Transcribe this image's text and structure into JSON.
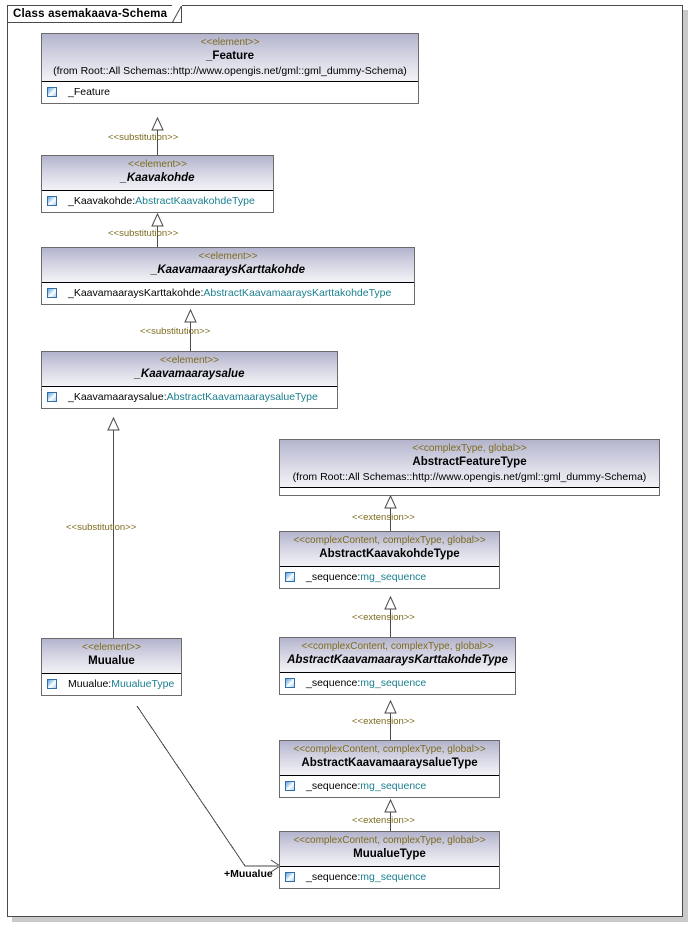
{
  "diagram": {
    "tab_label": "Class asemakaava-Schema",
    "accent_stereotype_color": "#7d6b1e",
    "type_text_color": "#1a7f8e",
    "header_gradient_top": "#b3b3cc",
    "header_gradient_bottom": "#f2f2f7"
  },
  "classes": [
    {
      "id": "feature",
      "stereotype": "<<element>>",
      "name": "_Feature",
      "italic": false,
      "source": "(from Root::All Schemas::http://www.opengis.net/gml::gml_dummy-Schema)",
      "attributes": [
        {
          "icon": "attribute-icon",
          "name": "_Feature",
          "type": ""
        }
      ]
    },
    {
      "id": "kaavakohde",
      "stereotype": "<<element>>",
      "name": "_Kaavakohde",
      "italic": true,
      "source": "",
      "attributes": [
        {
          "icon": "attribute-icon",
          "name": "_Kaavakohde:",
          "type": "AbstractKaavakohdeType"
        }
      ]
    },
    {
      "id": "kaavamaarayskarttakohde",
      "stereotype": "<<element>>",
      "name": "_KaavamaaraysKarttakohde",
      "italic": true,
      "source": "",
      "attributes": [
        {
          "icon": "attribute-icon",
          "name": "_KaavamaaraysKarttakohde:",
          "type": "AbstractKaavamaaraysKarttakohdeType"
        }
      ]
    },
    {
      "id": "kaavamaaraysalue",
      "stereotype": "<<element>>",
      "name": "_Kaavamaaraysalue",
      "italic": true,
      "source": "",
      "attributes": [
        {
          "icon": "attribute-icon",
          "name": "_Kaavamaaraysalue:",
          "type": "AbstractKaavamaaraysalueType"
        }
      ]
    },
    {
      "id": "muualue",
      "stereotype": "<<element>>",
      "name": "Muualue",
      "italic": false,
      "source": "",
      "attributes": [
        {
          "icon": "attribute-icon",
          "name": "Muualue:",
          "type": "MuualueType"
        }
      ]
    },
    {
      "id": "abstractfeaturetype",
      "stereotype": "<<complexType, global>>",
      "name": "AbstractFeatureType",
      "italic": false,
      "source": "(from Root::All Schemas::http://www.opengis.net/gml::gml_dummy-Schema)",
      "attributes": []
    },
    {
      "id": "abstractkaavakohdetype",
      "stereotype": "<<complexContent, complexType, global>>",
      "name": "AbstractKaavakohdeType",
      "italic": false,
      "source": "",
      "attributes": [
        {
          "icon": "attribute-icon",
          "name": "_sequence:",
          "type": "mg_sequence"
        }
      ]
    },
    {
      "id": "abstractkaavamaarayskarttakohdetype",
      "stereotype": "<<complexContent, complexType, global>>",
      "name": "AbstractKaavamaaraysKarttakohdeType",
      "italic": true,
      "source": "",
      "attributes": [
        {
          "icon": "attribute-icon",
          "name": "_sequence:",
          "type": "mg_sequence"
        }
      ]
    },
    {
      "id": "abstractkaavamaaraysaluetype",
      "stereotype": "<<complexContent, complexType, global>>",
      "name": "AbstractKaavamaaraysalueType",
      "italic": false,
      "source": "",
      "attributes": [
        {
          "icon": "attribute-icon",
          "name": "_sequence:",
          "type": "mg_sequence"
        }
      ]
    },
    {
      "id": "muualuetype",
      "stereotype": "<<complexContent, complexType, global>>",
      "name": "MuualueType",
      "italic": false,
      "source": "",
      "attributes": [
        {
          "icon": "attribute-icon",
          "name": "_sequence:",
          "type": "mg_sequence"
        }
      ]
    }
  ],
  "connectors": [
    {
      "id": "sub1",
      "label": "<<substitution>>",
      "from": "kaavakohde",
      "to": "feature",
      "kind": "generalization"
    },
    {
      "id": "sub2",
      "label": "<<substitution>>",
      "from": "kaavamaarayskarttakohde",
      "to": "kaavakohde",
      "kind": "generalization"
    },
    {
      "id": "sub3",
      "label": "<<substitution>>",
      "from": "kaavamaaraysalue",
      "to": "kaavamaarayskarttakohde",
      "kind": "generalization"
    },
    {
      "id": "sub4",
      "label": "<<substitution>>",
      "from": "muualue",
      "to": "kaavamaaraysalue",
      "kind": "generalization"
    },
    {
      "id": "ext1",
      "label": "<<extension>>",
      "from": "abstractkaavakohdetype",
      "to": "abstractfeaturetype",
      "kind": "generalization"
    },
    {
      "id": "ext2",
      "label": "<<extension>>",
      "from": "abstractkaavamaarayskarttakohdetype",
      "to": "abstractkaavakohdetype",
      "kind": "generalization"
    },
    {
      "id": "ext3",
      "label": "<<extension>>",
      "from": "abstractkaavamaaraysaluetype",
      "to": "abstractkaavamaarayskarttakohdetype",
      "kind": "generalization"
    },
    {
      "id": "ext4",
      "label": "<<extension>>",
      "from": "muualuetype",
      "to": "abstractkaavamaaraysaluetype",
      "kind": "generalization"
    },
    {
      "id": "assoc1",
      "label": "+Muualue",
      "from": "muualue",
      "to": "muualuetype",
      "kind": "association"
    }
  ]
}
